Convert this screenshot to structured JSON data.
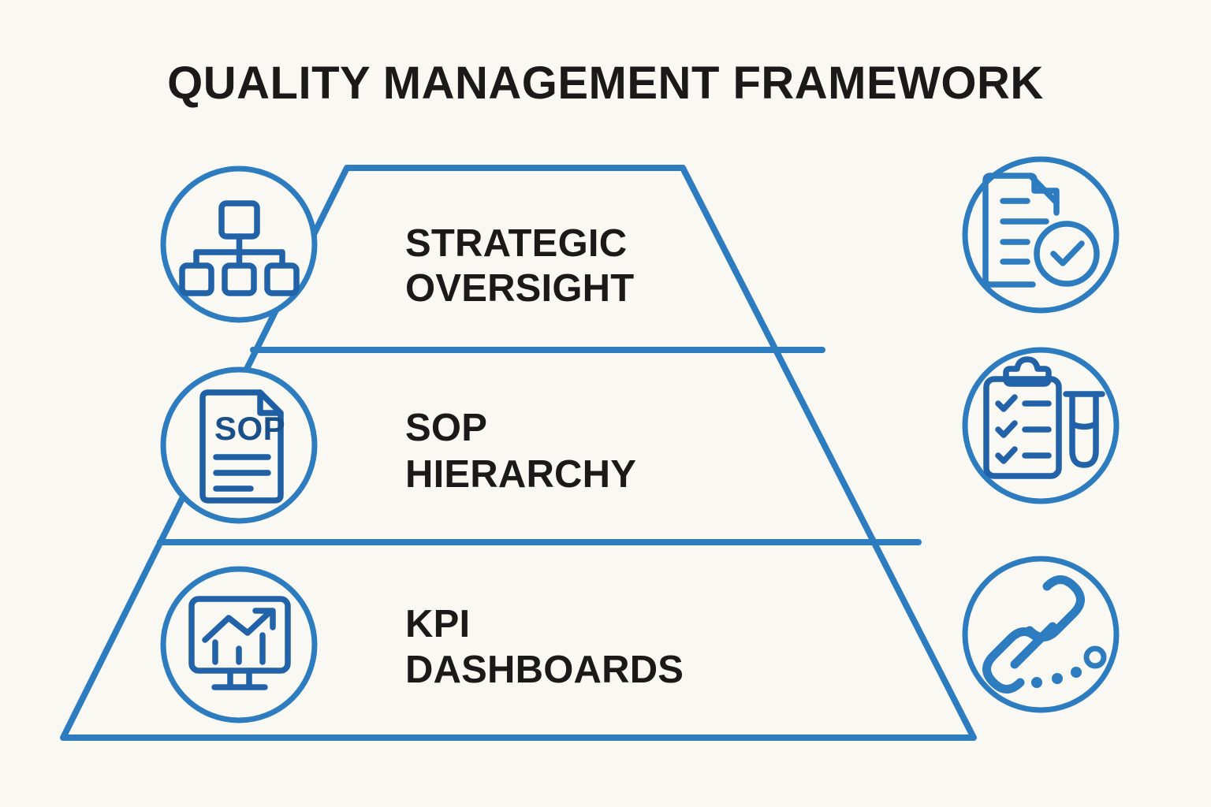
{
  "page": {
    "title": "QUALITY MANAGEMENT FRAMEWORK",
    "background_color": "#faf8f3",
    "accent_color": "#2d7cc0",
    "text_color": "#1a1a18"
  },
  "pyramid": {
    "shape": "trapezoid",
    "tiers": [
      {
        "id": "tier-1",
        "label_line1": "STRATEGIC",
        "label_line2": "OVERSIGHT",
        "left_icon": "org-chart-icon",
        "right_icon": "document-approved-icon"
      },
      {
        "id": "tier-2",
        "label_line1": "SOP",
        "label_line2": "HIERARCHY",
        "left_icon": "sop-document-icon",
        "right_icon": "clipboard-checklist-test-tube-icon"
      },
      {
        "id": "tier-3",
        "label_line1": "KPI",
        "label_line2": "DASHBOARDS",
        "left_icon": "monitor-chart-icon",
        "right_icon": "chain-link-icon"
      }
    ]
  },
  "icons": {
    "sop_document_text": "SOP"
  }
}
